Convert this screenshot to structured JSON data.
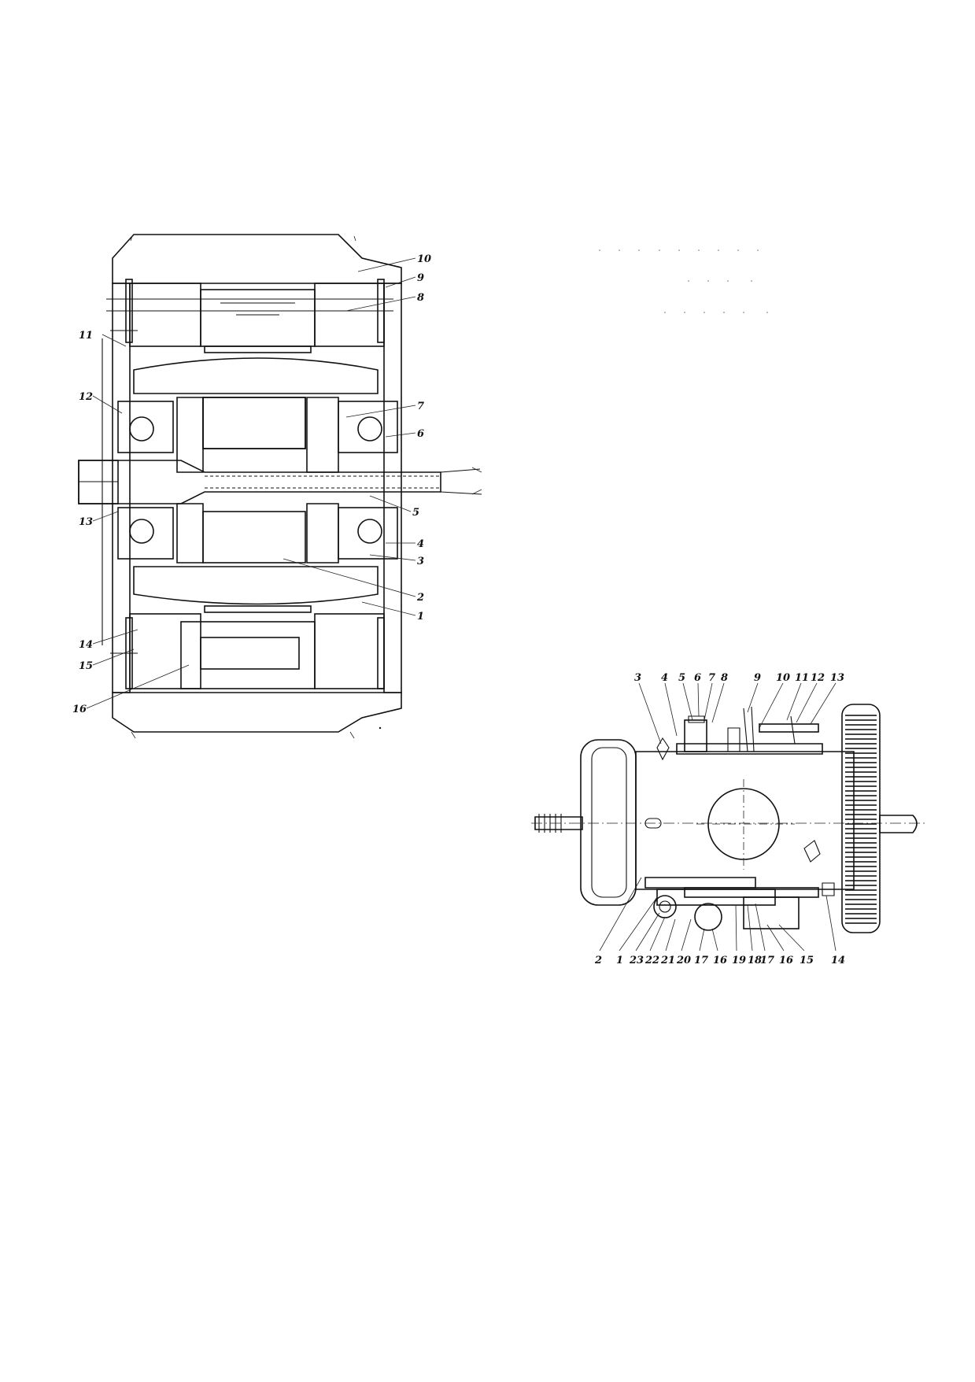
{
  "figure_left": {
    "callouts": [
      "1",
      "2",
      "3",
      "4",
      "5",
      "6",
      "7",
      "8",
      "9",
      "10",
      "11",
      "12",
      "13",
      "14",
      "15",
      "16"
    ]
  },
  "figure_right": {
    "callouts": [
      "1",
      "2",
      "3",
      "4",
      "5",
      "6",
      "7",
      "8",
      "9",
      "10",
      "11",
      "12",
      "13",
      "14",
      "15",
      "16",
      "17",
      "16",
      "17",
      "18",
      "19",
      "20",
      "21",
      "22",
      "23"
    ]
  }
}
